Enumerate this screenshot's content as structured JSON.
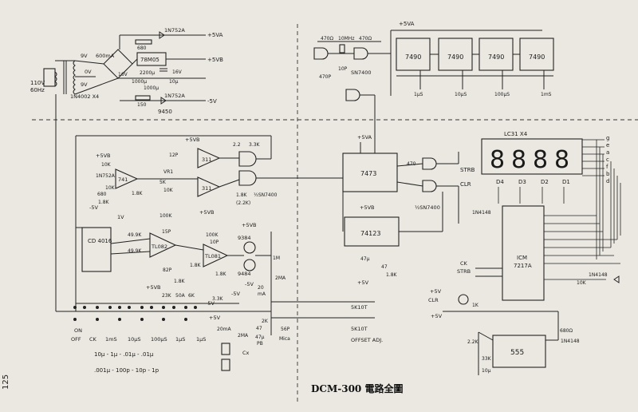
{
  "title": "DCM-300 電路全圖",
  "page_number": "125",
  "power_supply": {
    "mains": "110V",
    "freq": "60Hz",
    "secondary_a": "9V",
    "current": "600mA",
    "tap_0v": "0V",
    "secondary_b": "9V",
    "rect_a": "16V",
    "rect_b": "16V",
    "bridge": "1N4002 X4",
    "reg": "78M05",
    "reg_neg": "9450",
    "cap_a": "2200μ",
    "cap_b": "1000μ",
    "cap_c": "1000μ",
    "cap_d": "10μ",
    "zener_a": "1N752A",
    "zener_b": "1N752A",
    "r_a": "680",
    "r_b": "150",
    "rail_va": "+5VA",
    "rail_vb": "+5VB",
    "rail_neg": "-5V",
    "v16": "16V"
  },
  "counter": {
    "rail": "+5VA",
    "crystal": "10MHz",
    "r1": "470Ω",
    "r2": "470Ω",
    "c1": "10P",
    "c2": "470P",
    "osc_ic": "SN7400",
    "ic1": "7490",
    "ic2": "7490",
    "ic3": "7490",
    "ic4": "7490",
    "tap1": "1μS",
    "tap2": "10μS",
    "tap3": "100μS",
    "tap4": "1mS"
  },
  "analog": {
    "rail_b": "+5VB",
    "rail_b2": "+5VB",
    "rail_neg": "-5V",
    "zener": "1N752A",
    "r_10k_a": "10K",
    "r_680": "680",
    "r_10k_b": "10K",
    "r_1_8k": "1.8K",
    "r_1_8k_b": "1.8K",
    "comp1": "741",
    "vr1": "VR1",
    "vr_val": "5K",
    "r_10k_c": "10K",
    "cap_12p": "12P",
    "cmp_a": "311",
    "cmp_b": "311",
    "r_2_2": "2.2",
    "r_3_3k": "3.3K",
    "r_1_8k_c": "1.8K",
    "r_2_2k": "(2.2K)",
    "gate": "½SN7400",
    "rail_b3": "+5VB"
  },
  "cd_section": {
    "ic": "CD 4016",
    "rail": "1V",
    "r_100k": "100K",
    "c_15p": "15P",
    "r_49_9k_a": "49.9K",
    "r_49_9k_b": "49.9K",
    "opamp": "TL082",
    "c_82p": "82P",
    "r_1_8k": "1.8K",
    "opamp2": "TL081",
    "r_100k_b": "100K",
    "c_10p": "10P",
    "q1": "9384",
    "q2": "9484",
    "r_1_8k_b": "1.8K",
    "rail_5vb": "+5VB",
    "r_1m": "1M",
    "cur_2ma": "2MA",
    "neg5": "-5V",
    "v20": "20",
    "ma": "mA",
    "r_2k": "2K",
    "r_1_8k_c": "1.8K",
    "rail_5vb2": "+5VB",
    "r_23k": "23K",
    "r_50a": "50A",
    "r_6k": "6K",
    "neg5b": "-5V",
    "r_3_3k": "3.3K",
    "neg5c": "-5V",
    "c_47": "47",
    "c_56p": "56P",
    "mica": "Mica",
    "c_47u": "47μ",
    "pb": "PB",
    "ma20": "20mA",
    "ma2": "2MA",
    "cx": "Cx"
  },
  "switches": {
    "on": "ON",
    "off": "OFF",
    "ck": "CK",
    "t1": "1mS",
    "t2": "10μS",
    "t3": "100μS",
    "t4": "1μS",
    "t5": "1μS",
    "plus5v": "+5V",
    "sk_pot_a": "5K10T",
    "sk_pot_b": "5K10T",
    "offset": "OFFSET ADJ.",
    "range1": "10μ - 1μ - .01μ - .01μ",
    "range2": ".001μ - 100p - 10p - 1p"
  },
  "logic": {
    "rail": "+5VA",
    "ff": "7473",
    "r_470": "470",
    "gate_label": "½SN7400",
    "strb": "STRB",
    "clr": "CLR",
    "rail_b": "+5VB",
    "mono": "74123",
    "c_47h": "47μ",
    "r_47": "47",
    "r_1_8k": "1.8K",
    "plus5v": "+5V"
  },
  "display": {
    "label": "LC31 X4",
    "digits": [
      "8",
      "8",
      "8",
      "8"
    ],
    "d4": "D4",
    "d3": "D3",
    "d2": "D2",
    "d1": "D1",
    "seg_g": "g",
    "seg_e": "e",
    "seg_a": "a",
    "seg_c": "c",
    "seg_f": "f",
    "seg_b": "b",
    "seg_d": "d",
    "diode_top": "1N4148",
    "icm": "ICM",
    "icm_num": "7217A",
    "ck": "CK",
    "strb": "STRB",
    "clr": "CLR",
    "plus5v": "+5V",
    "plus5v_b": "+5V",
    "k1": "1K",
    "k10": "10K",
    "diode_r": "1N4148",
    "r_680": "680Ω",
    "timer": "555",
    "r_2_2k": "2.2K",
    "r_33k": "33K",
    "c_10u": "10μ",
    "diode_b": "1N4148"
  }
}
